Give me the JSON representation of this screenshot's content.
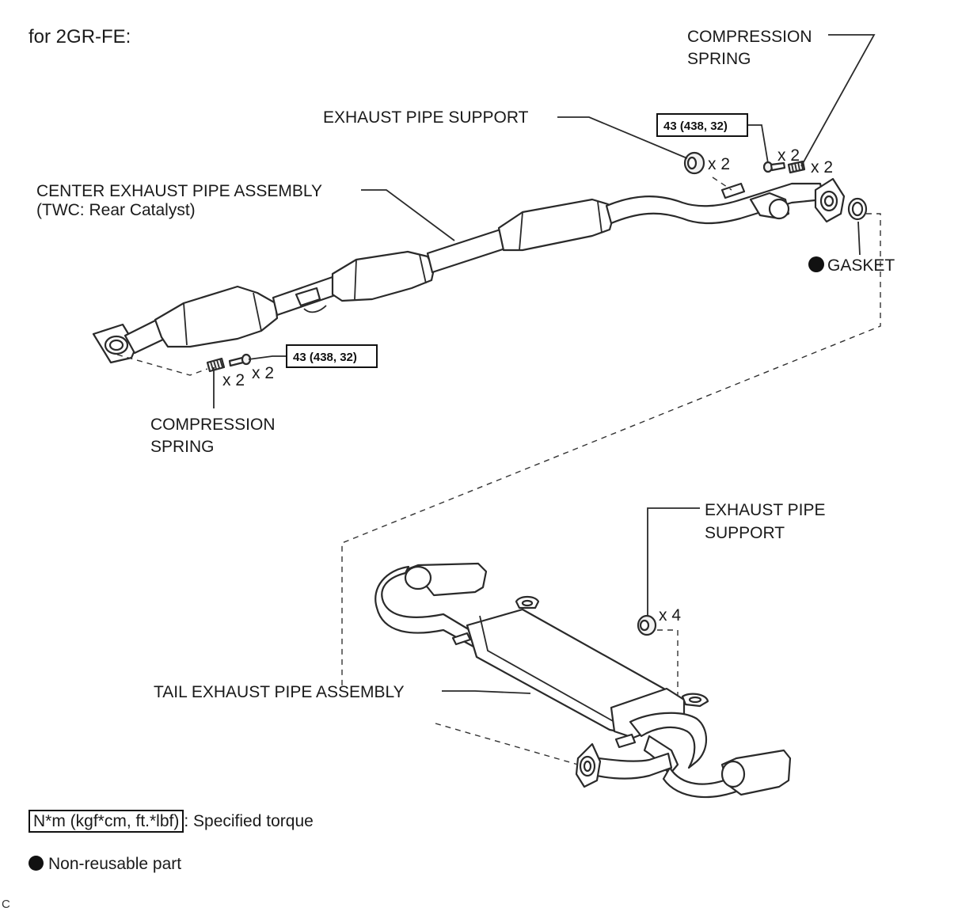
{
  "title": "for 2GR-FE:",
  "labels": {
    "compression_spring_top": [
      "COMPRESSION",
      "SPRING"
    ],
    "exhaust_pipe_support_top": "EXHAUST PIPE SUPPORT",
    "center_exhaust_pipe": [
      "CENTER EXHAUST PIPE ASSEMBLY",
      "(TWC: Rear Catalyst)"
    ],
    "gasket": "GASKET",
    "compression_spring_bottom": [
      "COMPRESSION",
      "SPRING"
    ],
    "exhaust_pipe_support_bottom": [
      "EXHAUST PIPE",
      "SUPPORT"
    ],
    "tail_exhaust_pipe": "TAIL EXHAUST PIPE ASSEMBLY"
  },
  "quantities": {
    "support_top": "x 2",
    "bolt_top": "x 2",
    "spring_top": "x 2",
    "spring_bottom": "x 2",
    "bolt_bottom": "x 2",
    "support_bottom": "x 4"
  },
  "torques": {
    "top_flange": "43 (438, 32)",
    "bottom_flange": "43 (438, 32)"
  },
  "legend": {
    "torque_unit": "N*m (kgf*cm, ft.*lbf)",
    "torque_desc": ": Specified torque",
    "non_reusable": "Non-reusable part"
  },
  "footer_mark": "C"
}
